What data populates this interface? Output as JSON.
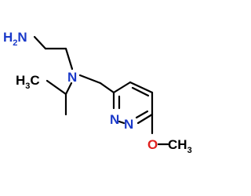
{
  "molecule": {
    "atoms": {
      "amine": {
        "text": "H",
        "sub": "2",
        "text2": "N"
      },
      "n_tertiary": {
        "text": "N"
      },
      "methyl": {
        "text": "H",
        "sub": "3",
        "text2": "C"
      },
      "n_ring1": {
        "text": "N"
      },
      "n_ring2": {
        "text": "N"
      },
      "oxygen": {
        "text": "O"
      },
      "methoxy_ch3": {
        "text": "CH",
        "sub": "3"
      }
    }
  },
  "colors": {
    "bond": "#000000",
    "nitrogen": "#1a39c9",
    "oxygen": "#e0201e",
    "carbon_label": "#000000",
    "background": "#ffffff"
  }
}
